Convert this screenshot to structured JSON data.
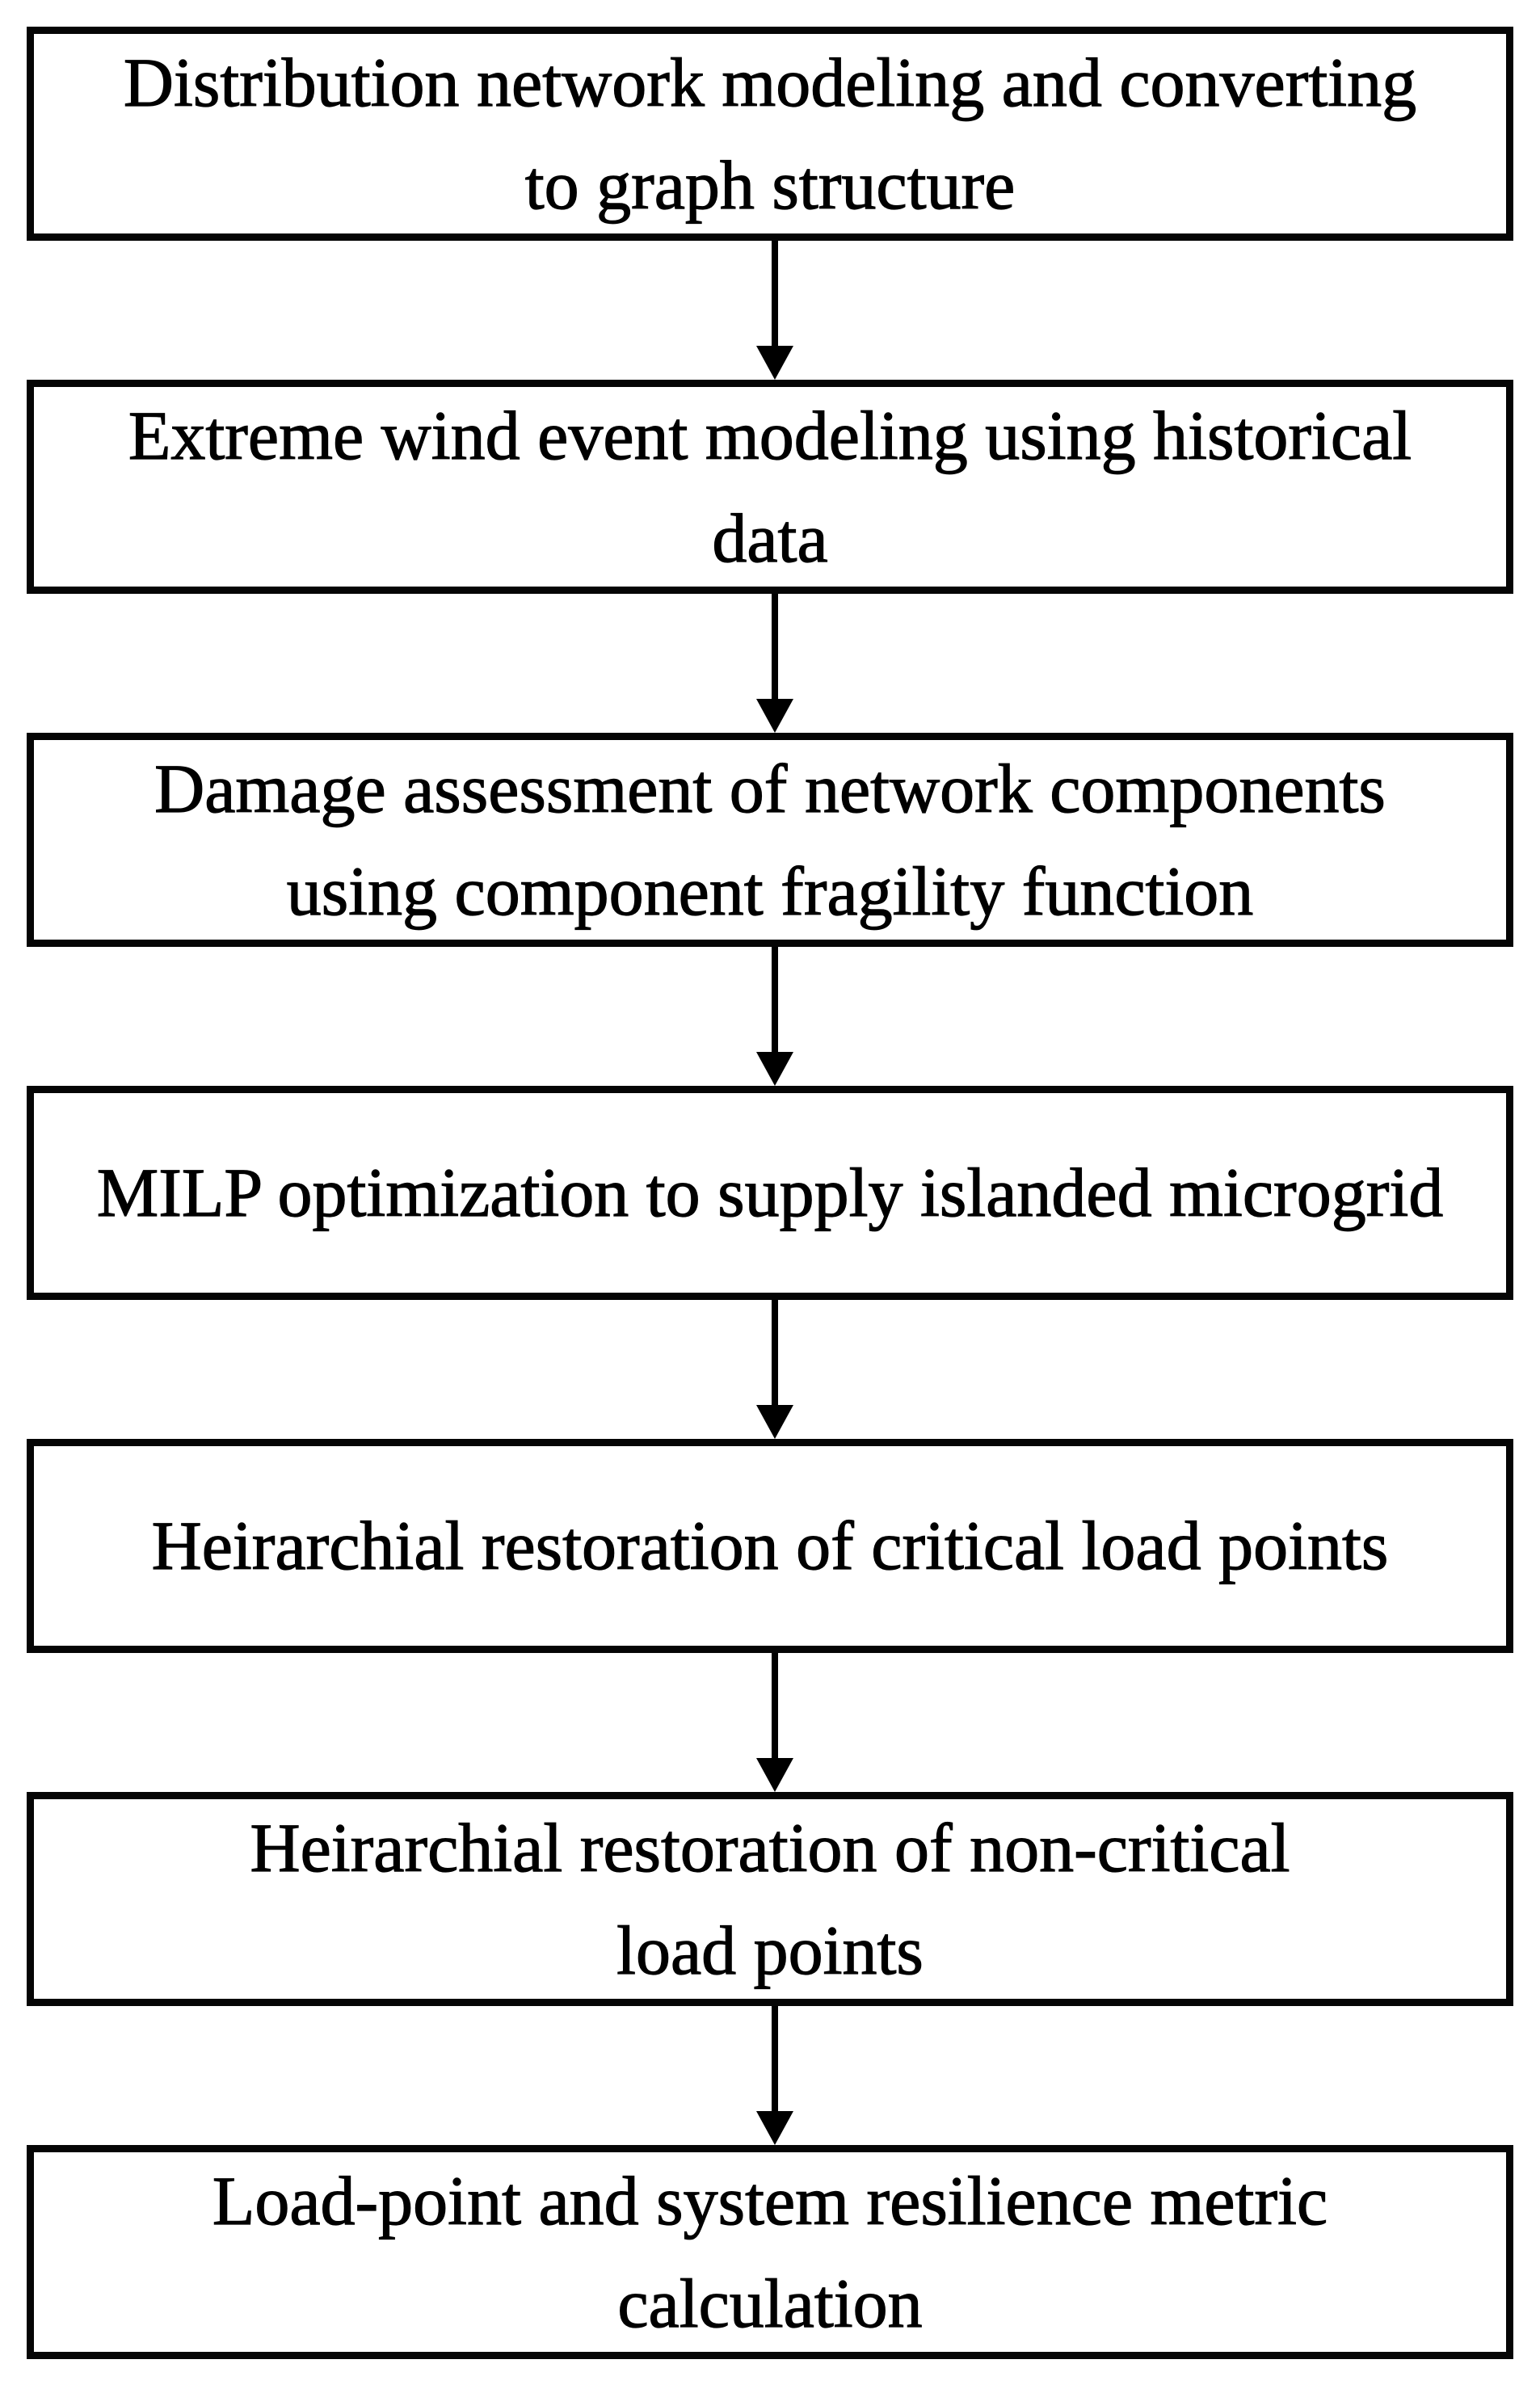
{
  "diagram": {
    "type": "flowchart",
    "direction": "top-to-bottom",
    "connector_style": "arrow-down",
    "steps": [
      {
        "id": 1,
        "label": "Distribution network modeling and converting\nto graph structure"
      },
      {
        "id": 2,
        "label": "Extreme wind event modeling using historical\ndata"
      },
      {
        "id": 3,
        "label": "Damage assessment of network components\nusing component fragility function"
      },
      {
        "id": 4,
        "label": "MILP optimization to supply islanded microgrid"
      },
      {
        "id": 5,
        "label": "Heirarchial restoration of critical load points"
      },
      {
        "id": 6,
        "label": "Heirarchial restoration of non-critical\nload points"
      },
      {
        "id": 7,
        "label": "Load-point and system resilience metric\ncalculation"
      }
    ]
  },
  "colors": {
    "box_border": "#050505",
    "box_background": "#ffffff",
    "text": "#000000",
    "arrow": "#000000",
    "page_background": "#ffffff"
  }
}
